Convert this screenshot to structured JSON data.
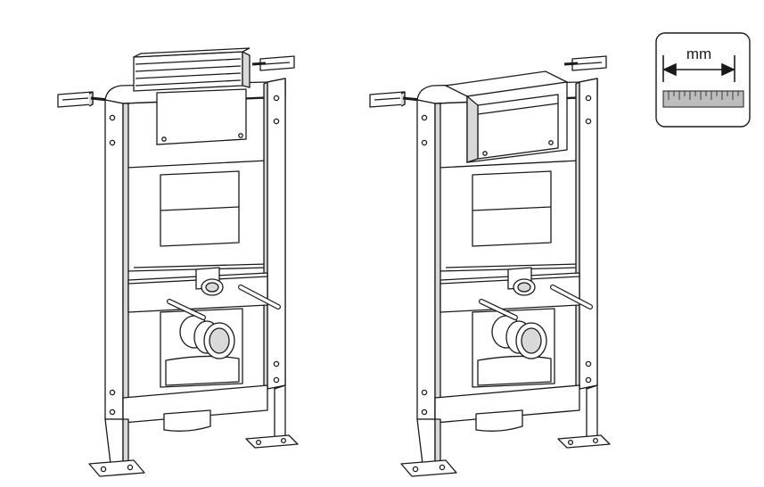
{
  "figure": {
    "frames": [
      {
        "id": "frame-left",
        "cistern_lid": "closed"
      },
      {
        "id": "frame-right",
        "cistern_lid": "open"
      }
    ],
    "unit_badge": {
      "label": "mm",
      "icon": "ruler-icon"
    },
    "colors": {
      "line": "#1a1a1a",
      "fill": "#ffffff",
      "shade": "#d9d9d9",
      "ruler": "#bdbdbd"
    }
  }
}
